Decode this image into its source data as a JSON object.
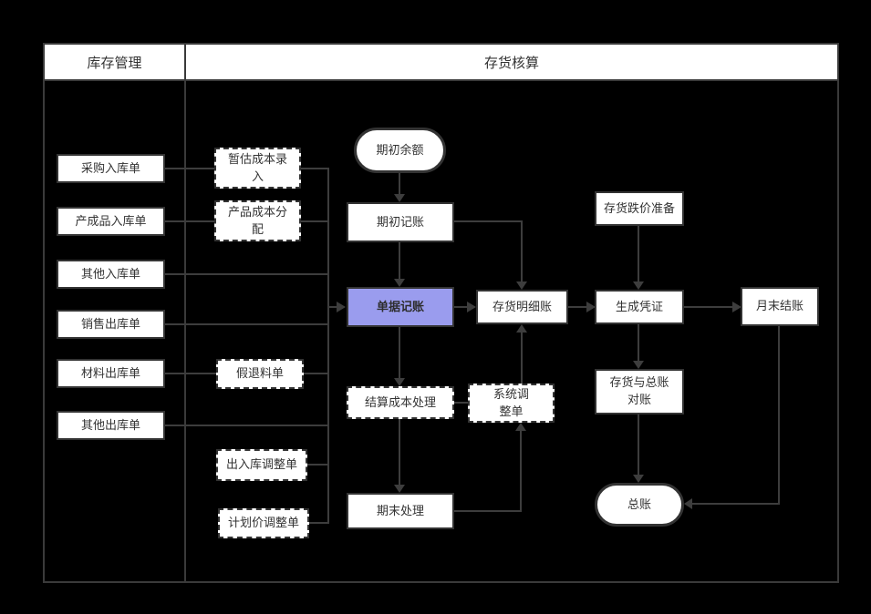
{
  "lanes": {
    "left": {
      "title": "库存管理"
    },
    "right": {
      "title": "存货核算"
    }
  },
  "nodes": {
    "purchase_in": {
      "label": "采购入库单",
      "shape": "rect"
    },
    "finished_in": {
      "label": "产成品入库单",
      "shape": "rect"
    },
    "other_in": {
      "label": "其他入库单",
      "shape": "rect"
    },
    "sales_out": {
      "label": "销售出库单",
      "shape": "rect"
    },
    "material_out": {
      "label": "材料出库单",
      "shape": "rect"
    },
    "other_out": {
      "label": "其他出库单",
      "shape": "rect"
    },
    "est_cost_entry": {
      "label": "暂估成本录\n入",
      "shape": "dashed-rect"
    },
    "product_cost_alloc": {
      "label": "产品成本分\n配",
      "shape": "dashed-rect"
    },
    "pseudo_return": {
      "label": "假退料单",
      "shape": "dashed-rect"
    },
    "inout_adjust": {
      "label": "出入库调整单",
      "shape": "dashed-rect"
    },
    "plan_price_adjust": {
      "label": "计划价调整单",
      "shape": "dashed-rect"
    },
    "opening_balance": {
      "label": "期初余额",
      "shape": "stadium"
    },
    "opening_entry": {
      "label": "期初记账",
      "shape": "rect"
    },
    "doc_posting": {
      "label": "单据记账",
      "shape": "rect-highlight",
      "fill": "#9a9cee"
    },
    "settle_cost": {
      "label": "结算成本处理",
      "shape": "dashed-rect"
    },
    "period_end": {
      "label": "期末处理",
      "shape": "rect"
    },
    "sys_adjust": {
      "label": "系统调\n整单",
      "shape": "dashed-rect"
    },
    "inventory_ledger": {
      "label": "存货明细账",
      "shape": "rect"
    },
    "price_decline_provision": {
      "label": "存货跌价准备",
      "shape": "rect"
    },
    "generate_voucher": {
      "label": "生成凭证",
      "shape": "rect"
    },
    "inventory_gl_recon": {
      "label": "存货与总账\n对账",
      "shape": "rect"
    },
    "general_ledger": {
      "label": "总账",
      "shape": "stadium"
    },
    "month_end_close": {
      "label": "月末结账",
      "shape": "rect"
    }
  },
  "edges": [
    {
      "from": "采购入库单",
      "via": "暂估成本录入",
      "to": "单据记账"
    },
    {
      "from": "产成品入库单",
      "via": "产品成本分配",
      "to": "单据记账"
    },
    {
      "from": "其他入库单",
      "to": "单据记账"
    },
    {
      "from": "销售出库单",
      "to": "单据记账"
    },
    {
      "from": "材料出库单",
      "via": "假退料单",
      "to": "单据记账"
    },
    {
      "from": "其他出库单",
      "to": "单据记账"
    },
    {
      "from": "出入库调整单",
      "to": "单据记账"
    },
    {
      "from": "计划价调整单",
      "to": "单据记账"
    },
    {
      "from": "期初余额",
      "to": "期初记账"
    },
    {
      "from": "期初记账",
      "to": "单据记账"
    },
    {
      "from": "期初记账",
      "to": "存货明细账"
    },
    {
      "from": "单据记账",
      "to": "存货明细账"
    },
    {
      "from": "单据记账",
      "to": "结算成本处理"
    },
    {
      "from": "结算成本处理",
      "to": "系统调整单"
    },
    {
      "from": "结算成本处理",
      "to": "期末处理"
    },
    {
      "from": "期末处理",
      "to": "系统调整单"
    },
    {
      "from": "系统调整单",
      "to": "存货明细账"
    },
    {
      "from": "存货明细账",
      "to": "生成凭证"
    },
    {
      "from": "存货跌价准备",
      "to": "生成凭证"
    },
    {
      "from": "生成凭证",
      "to": "月末结账"
    },
    {
      "from": "生成凭证",
      "to": "存货与总账对账"
    },
    {
      "from": "存货与总账对账",
      "to": "总账"
    },
    {
      "from": "月末结账",
      "to": "总账"
    }
  ],
  "colors": {
    "background": "#000000",
    "lane_border": "#3a3a3a",
    "node_fill": "#ffffff",
    "node_border": "#333333",
    "highlight_fill": "#9a9cee",
    "line": "#3d3d3d",
    "text": "#333333"
  }
}
